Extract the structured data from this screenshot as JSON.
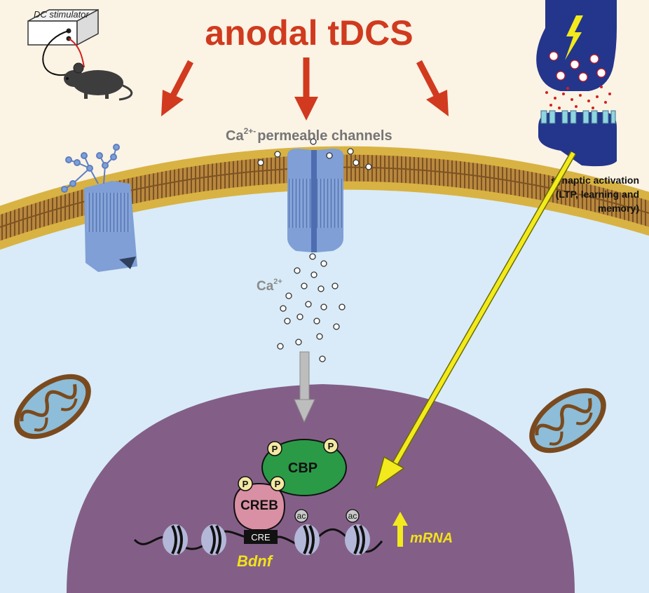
{
  "title": "anodal tDCS",
  "stimulator_label": "DC stimulator",
  "channels_label_prefix": "Ca",
  "channels_label_sup": "2+-",
  "channels_label_suffix": "permeable channels",
  "ion_label": "Ca",
  "ion_sup": "2+",
  "synaptic_line1": "synaptic activation",
  "synaptic_line2": "(LTP, learning and",
  "synaptic_line3": "memory)",
  "cbp_label": "CBP",
  "creb_label": "CREB",
  "cre_label": "CRE",
  "gene_label": "Bdnf",
  "mrna_label": "mRNA",
  "phospho_label": "P",
  "acetyl_label": "ac",
  "colors": {
    "title_red": "#d03a1e",
    "arrow_red": "#d13a1f",
    "extracellular": "#fbf3e4",
    "cytoplasm": "#d9ebf8",
    "nucleus": "#835f87",
    "membrane_head": "#d8b343",
    "membrane_tail": "#9b6a2f",
    "channel_blue": "#7f9fd6",
    "cbp_green": "#2a9a47",
    "creb_pink": "#d98fa4",
    "phospho_yellow": "#f4e9a3",
    "yellow_arrow": "#f2ea1c",
    "synapse_blue": "#24358c",
    "gene_text": "#f2e21a"
  }
}
